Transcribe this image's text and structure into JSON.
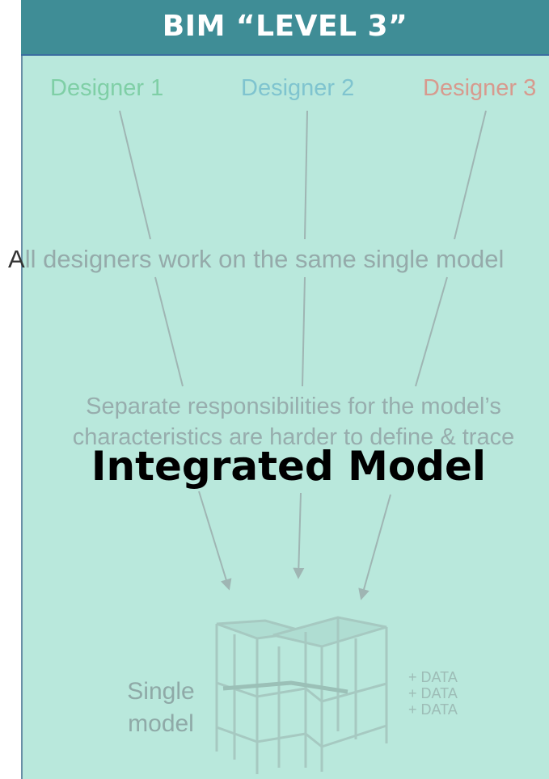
{
  "header": {
    "title": "BIM “LEVEL 3”"
  },
  "designers": [
    {
      "label": "Designer 1",
      "color": "#7fcfa6"
    },
    {
      "label": "Designer 2",
      "color": "#7fc4cf"
    },
    {
      "label": "Designer 3",
      "color": "#d79a8e"
    }
  ],
  "statement": {
    "first_char": "A",
    "rest": "ll designers work on the same single model"
  },
  "note": {
    "line1": "Separate responsibilities for the model’s",
    "line2": "characteristics are harder to define & trace"
  },
  "overlay_title": "Integrated Model",
  "model": {
    "label_line1": "Single",
    "label_line2": "model",
    "data_items": [
      "+ DATA",
      "+ DATA",
      "+ DATA"
    ]
  },
  "colors": {
    "panel": "#b9e8dc",
    "header": "#3f8d96",
    "lines": "#9fb5b3"
  }
}
